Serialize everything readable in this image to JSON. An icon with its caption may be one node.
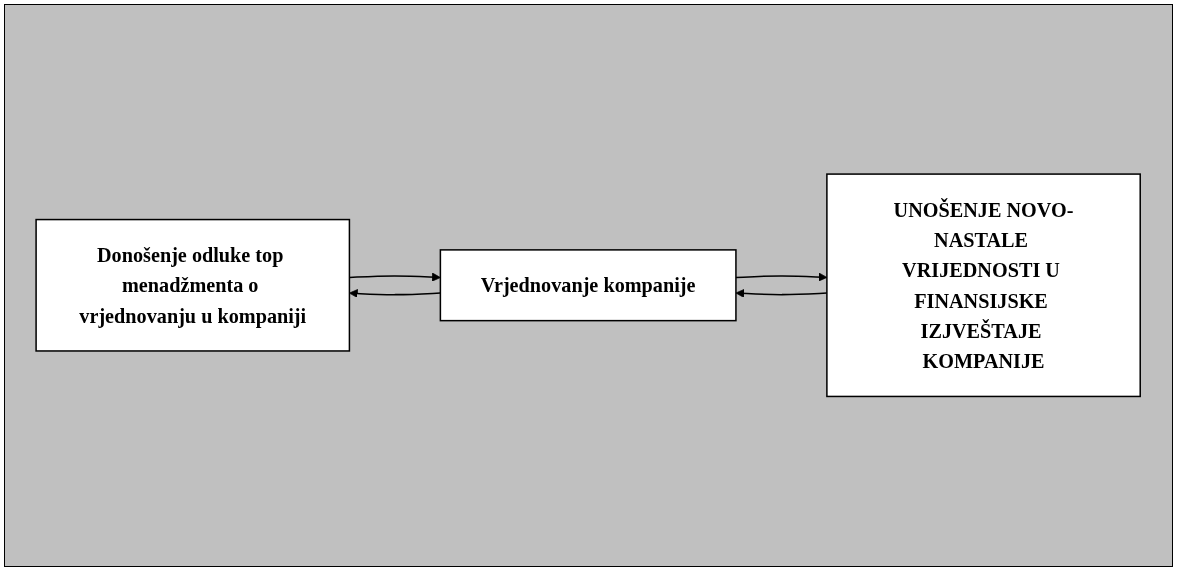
{
  "diagram": {
    "nodes": [
      {
        "text": [
          "Donošenje odluke top menadžmenta o vrjednovanju u kompaniji"
        ]
      },
      {
        "text": [
          "Vrjednovanje kompanije"
        ]
      },
      {
        "text": [
          "UNOŠENJE NOVO-NASTALE VRIJEDNOSTI U FINANSIJSKE IZJVEŠTAJE KOMPANIJE"
        ]
      }
    ],
    "edges": [
      {
        "from": 0,
        "to": 1,
        "arrow": "to"
      },
      {
        "from": 1,
        "to": 0,
        "arrow": "to"
      },
      {
        "from": 1,
        "to": 2,
        "arrow": "to"
      },
      {
        "from": 2,
        "to": 1,
        "arrow": "to"
      }
    ]
  }
}
